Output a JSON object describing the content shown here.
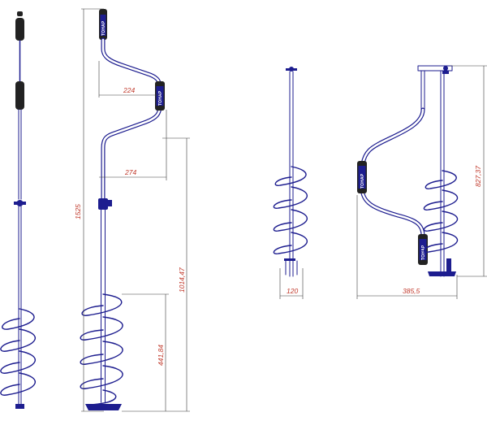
{
  "drawing": {
    "brand_label": "ТОНАР",
    "dimensions": {
      "total_length": "1525",
      "handle_offset_top": "224",
      "handle_offset_bottom": "274",
      "lower_section": "1014,47",
      "auger_length": "441,84",
      "folded_width": "120",
      "folded_length": "385,5",
      "folded_height": "827,37"
    }
  }
}
